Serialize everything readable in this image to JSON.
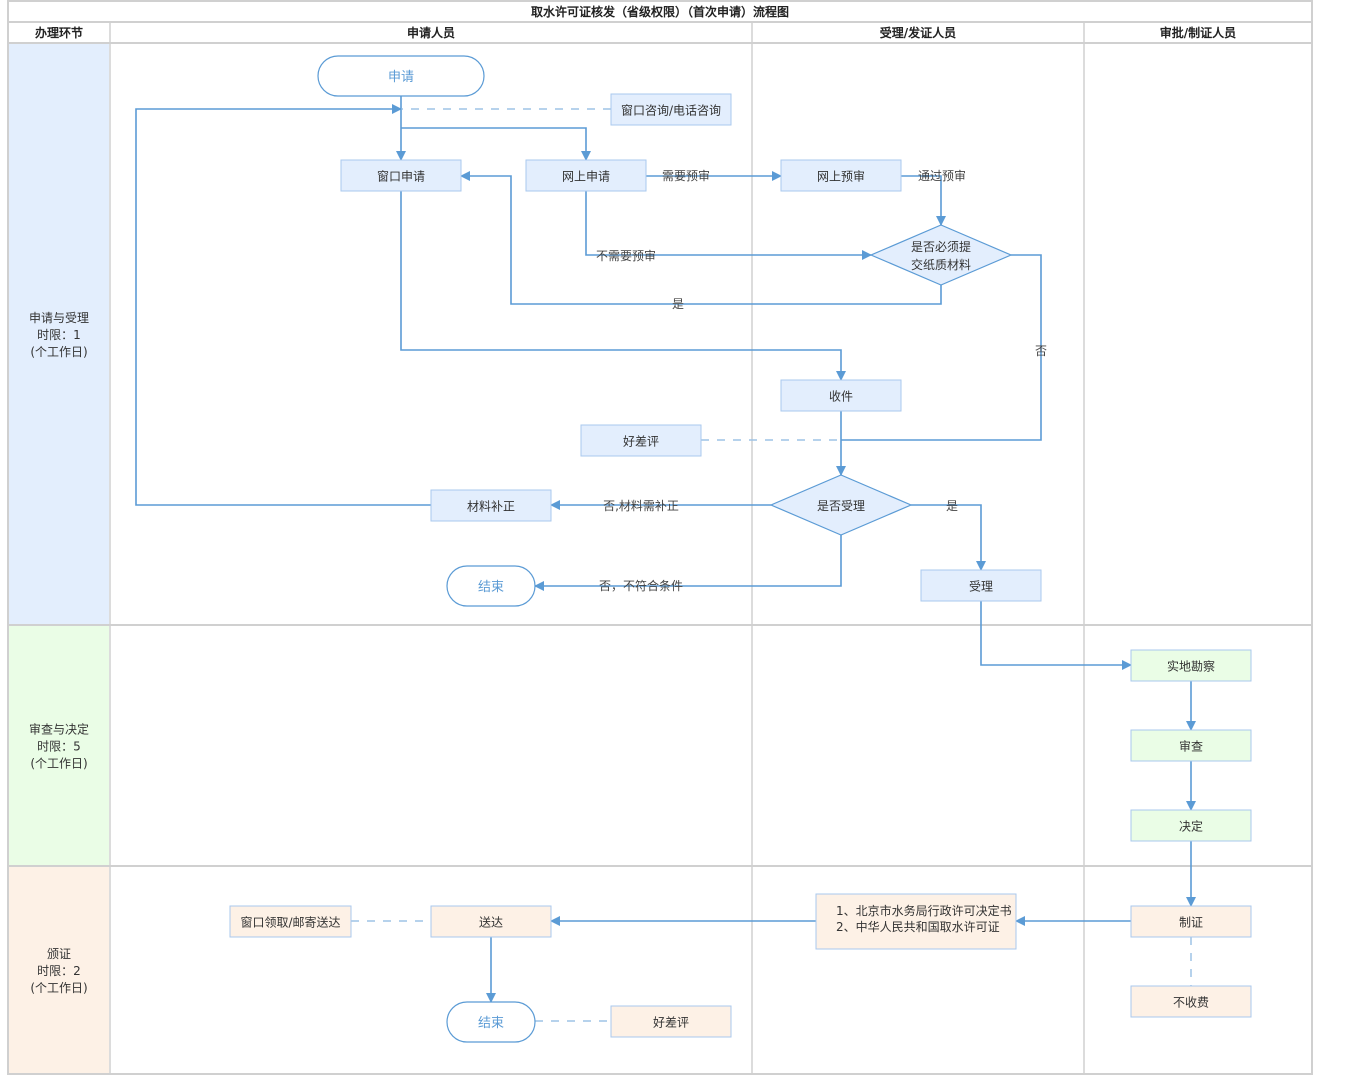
{
  "title": "取水许可证核发（省级权限）（首次申请）流程图",
  "columns": [
    {
      "id": "phase",
      "label": "办理环节"
    },
    {
      "id": "applicant",
      "label": "申请人员"
    },
    {
      "id": "acceptor",
      "label": "受理/发证人员"
    },
    {
      "id": "approver",
      "label": "审批/制证人员"
    }
  ],
  "phases": [
    {
      "id": "p1",
      "lines": [
        "申请与受理",
        "时限：1",
        "(个工作日)"
      ],
      "color": "#e3eefd"
    },
    {
      "id": "p2",
      "lines": [
        "审查与决定",
        "时限：5",
        "(个工作日)"
      ],
      "color": "#eafde6"
    },
    {
      "id": "p3",
      "lines": [
        "颁证",
        "时限：2",
        "(个工作日)"
      ],
      "color": "#fdf1e6"
    }
  ],
  "colors": {
    "line": "#5b9bd5",
    "dashed": "#9dc3e6",
    "node_blue": "#e3eefd",
    "node_green": "#eafde6",
    "node_orange": "#fdf1e6",
    "node_border": "#a9c8ee",
    "grid": "#d0d0d0"
  },
  "nodes": [
    {
      "id": "start",
      "type": "terminal",
      "label": "申请",
      "phase": "p1"
    },
    {
      "id": "consult",
      "type": "process",
      "label": "窗口咨询/电话咨询",
      "phase": "p1"
    },
    {
      "id": "window_apply",
      "type": "process",
      "label": "窗口申请",
      "phase": "p1"
    },
    {
      "id": "online_apply",
      "type": "process",
      "label": "网上申请",
      "phase": "p1"
    },
    {
      "id": "online_precheck",
      "type": "process",
      "label": "网上预审",
      "phase": "p1"
    },
    {
      "id": "paper_required",
      "type": "decision",
      "lines": [
        "是否必须提",
        "交纸质材料"
      ],
      "phase": "p1"
    },
    {
      "id": "receive",
      "type": "process",
      "label": "收件",
      "phase": "p1"
    },
    {
      "id": "rating1",
      "type": "process",
      "label": "好差评",
      "phase": "p1"
    },
    {
      "id": "accept_decision",
      "type": "decision",
      "lines": [
        "是否受理"
      ],
      "phase": "p1"
    },
    {
      "id": "supplement",
      "type": "process",
      "label": "材料补正",
      "phase": "p1"
    },
    {
      "id": "end1",
      "type": "terminal",
      "label": "结束",
      "phase": "p1"
    },
    {
      "id": "accept",
      "type": "process",
      "label": "受理",
      "phase": "p1"
    },
    {
      "id": "survey",
      "type": "process",
      "label": "实地勘察",
      "phase": "p2"
    },
    {
      "id": "review",
      "type": "process",
      "label": "审查",
      "phase": "p2"
    },
    {
      "id": "decide",
      "type": "process",
      "label": "决定",
      "phase": "p2"
    },
    {
      "id": "make_cert",
      "type": "process",
      "label": "制证",
      "phase": "p3"
    },
    {
      "id": "no_fee",
      "type": "process",
      "label": "不收费",
      "phase": "p3"
    },
    {
      "id": "documents",
      "type": "process",
      "lines": [
        "1、北京市水务局行政许可决定书",
        "2、中华人民共和国取水许可证"
      ],
      "phase": "p3"
    },
    {
      "id": "deliver",
      "type": "process",
      "label": "送达",
      "phase": "p3"
    },
    {
      "id": "pickup",
      "type": "process",
      "label": "窗口领取/邮寄送达",
      "phase": "p3"
    },
    {
      "id": "end2",
      "type": "terminal",
      "label": "结束",
      "phase": "p3"
    },
    {
      "id": "rating2",
      "type": "process",
      "label": "好差评",
      "phase": "p3"
    }
  ],
  "edges": [
    {
      "id": "e-start-window",
      "from": "start",
      "to": "window_apply",
      "label": ""
    },
    {
      "id": "e-start-online",
      "from": "start",
      "to": "online_apply",
      "label": ""
    },
    {
      "id": "e-consult",
      "from": "consult",
      "to": "start",
      "label": "",
      "style": "dashed"
    },
    {
      "id": "e-online-precheck",
      "from": "online_apply",
      "to": "online_precheck",
      "label": "需要预审"
    },
    {
      "id": "e-precheck-paper",
      "from": "online_precheck",
      "to": "paper_required",
      "label": "通过预审"
    },
    {
      "id": "e-online-paper",
      "from": "online_apply",
      "to": "paper_required",
      "label": "不需要预审"
    },
    {
      "id": "e-paper-window",
      "from": "paper_required",
      "to": "window_apply",
      "label": "是"
    },
    {
      "id": "e-paper-accept",
      "from": "paper_required",
      "to": "accept_decision",
      "label": "否"
    },
    {
      "id": "e-window-receive",
      "from": "window_apply",
      "to": "receive",
      "label": ""
    },
    {
      "id": "e-rating1",
      "from": "rating1",
      "to": "receive",
      "label": "",
      "style": "dashed"
    },
    {
      "id": "e-receive-decision",
      "from": "receive",
      "to": "accept_decision",
      "label": ""
    },
    {
      "id": "e-decision-supplement",
      "from": "accept_decision",
      "to": "supplement",
      "label": "否,材料需补正"
    },
    {
      "id": "e-supplement-loop",
      "from": "supplement",
      "to": "start",
      "label": ""
    },
    {
      "id": "e-decision-end",
      "from": "accept_decision",
      "to": "end1",
      "label": "否，不符合条件"
    },
    {
      "id": "e-decision-accept",
      "from": "accept_decision",
      "to": "accept",
      "label": "是"
    },
    {
      "id": "e-accept-survey",
      "from": "accept",
      "to": "survey",
      "label": ""
    },
    {
      "id": "e-survey-review",
      "from": "survey",
      "to": "review",
      "label": ""
    },
    {
      "id": "e-review-decide",
      "from": "review",
      "to": "decide",
      "label": ""
    },
    {
      "id": "e-decide-cert",
      "from": "decide",
      "to": "make_cert",
      "label": ""
    },
    {
      "id": "e-cert-fee",
      "from": "make_cert",
      "to": "no_fee",
      "label": "",
      "style": "dashed"
    },
    {
      "id": "e-cert-docs",
      "from": "make_cert",
      "to": "documents",
      "label": ""
    },
    {
      "id": "e-docs-deliver",
      "from": "documents",
      "to": "deliver",
      "label": ""
    },
    {
      "id": "e-pickup",
      "from": "pickup",
      "to": "deliver",
      "label": "",
      "style": "dashed"
    },
    {
      "id": "e-deliver-end",
      "from": "deliver",
      "to": "end2",
      "label": ""
    },
    {
      "id": "e-rating2",
      "from": "rating2",
      "to": "end2",
      "label": "",
      "style": "dashed"
    }
  ]
}
